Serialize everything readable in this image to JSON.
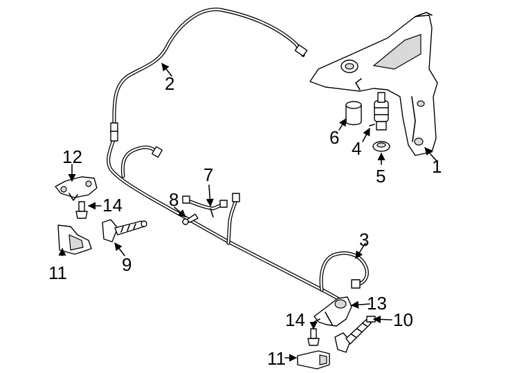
{
  "callouts": [
    {
      "id": "1",
      "text": "1"
    },
    {
      "id": "2",
      "text": "2"
    },
    {
      "id": "3",
      "text": "3"
    },
    {
      "id": "4",
      "text": "4"
    },
    {
      "id": "5",
      "text": "5"
    },
    {
      "id": "6",
      "text": "6"
    },
    {
      "id": "7",
      "text": "7"
    },
    {
      "id": "8",
      "text": "8"
    },
    {
      "id": "9",
      "text": "9"
    },
    {
      "id": "10",
      "text": "10"
    },
    {
      "id": "11a",
      "text": "11"
    },
    {
      "id": "11b",
      "text": "11"
    },
    {
      "id": "12",
      "text": "12"
    },
    {
      "id": "13",
      "text": "13"
    },
    {
      "id": "14a",
      "text": "14"
    },
    {
      "id": "14b",
      "text": "14"
    }
  ]
}
